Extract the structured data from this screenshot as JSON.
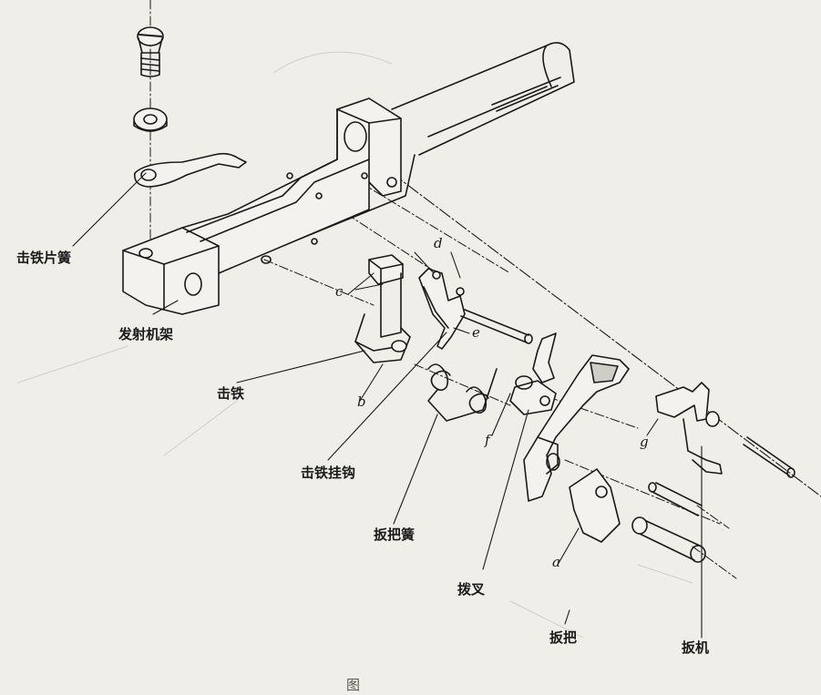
{
  "labels": {
    "striker_leaf_spring": "击铁片簧",
    "launch_frame": "发射机架",
    "striker": "击铁",
    "striker_hook": "击铁挂钩",
    "handle_spring": "扳把簧",
    "fork": "拨叉",
    "handle": "扳把",
    "trigger": "扳机"
  },
  "letters": {
    "a": "a",
    "b": "b",
    "c": "c",
    "d": "d",
    "e": "e",
    "f": "f",
    "g": "g"
  },
  "caption": "图"
}
